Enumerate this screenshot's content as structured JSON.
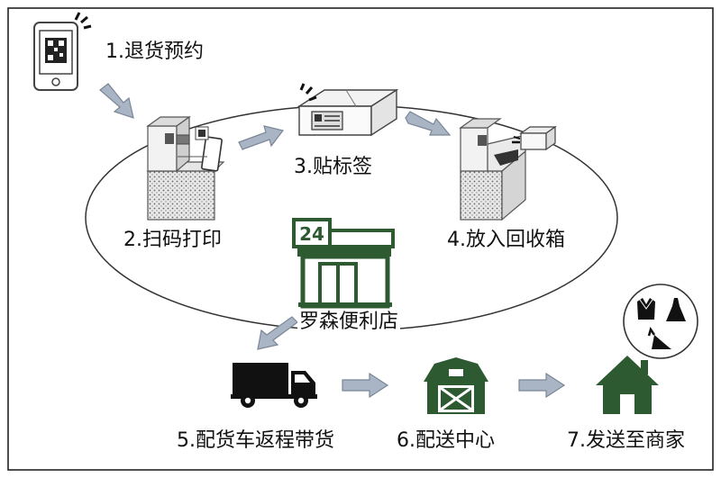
{
  "steps": {
    "step1": "1.退货预约",
    "step2": "2.扫码打印",
    "step3": "3.贴标签",
    "step4": "4.放入回收箱",
    "step5": "5.配货车返程带货",
    "step6": "6.配送中心",
    "step7": "7.发送至商家"
  },
  "store": {
    "name": "罗森便利店",
    "sign_number": "24"
  },
  "colors": {
    "brand_green": "#2e5a32",
    "arrow_fill": "#a9b4c4",
    "arrow_stroke": "#7b8797",
    "ink": "#111111"
  },
  "icons": [
    "phone-qr-icon",
    "kiosk-scan-icon",
    "parcel-label-icon",
    "kiosk-box-icon",
    "convenience-store-icon",
    "delivery-truck-icon",
    "barn-distribution-icon",
    "house-merchant-icon",
    "clothing-items-icon"
  ]
}
